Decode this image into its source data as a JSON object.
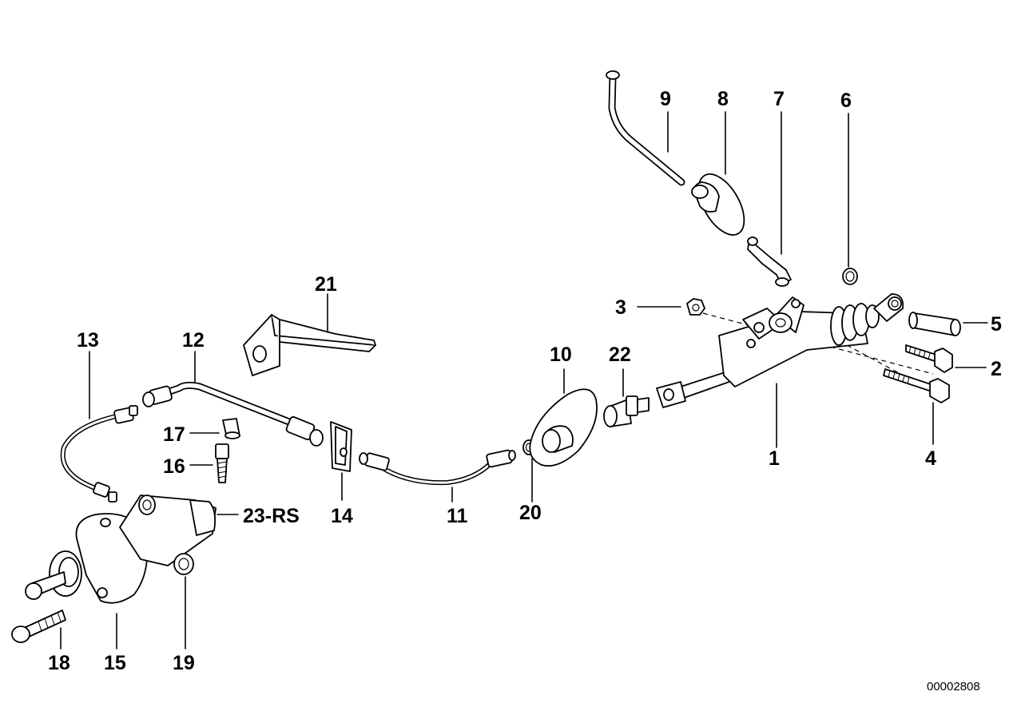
{
  "diagram": {
    "drawing_number": "00002808",
    "labels": {
      "p1": "1",
      "p2": "2",
      "p3": "3",
      "p4": "4",
      "p5": "5",
      "p6": "6",
      "p7": "7",
      "p8": "8",
      "p9": "9",
      "p10": "10",
      "p11": "11",
      "p12": "12",
      "p13": "13",
      "p14": "14",
      "p15": "15",
      "p16": "16",
      "p17": "17",
      "p18": "18",
      "p19": "19",
      "p20": "20",
      "p21": "21",
      "p22": "22",
      "p23": "23-RS"
    }
  }
}
